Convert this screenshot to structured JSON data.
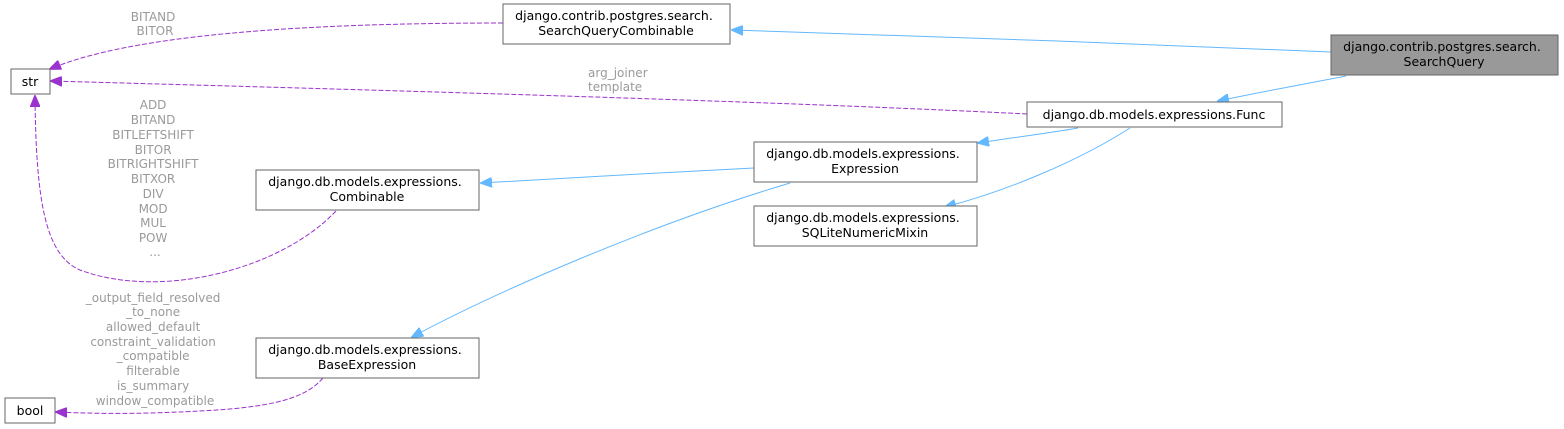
{
  "colors": {
    "inheritance_edge": "#63b8ff",
    "usage_edge": "#9a32cd",
    "focus_node_fill": "#999999",
    "node_border": "#666666",
    "edge_label_text": "#9a9a9a"
  },
  "nodes": {
    "search_query": [
      "django.contrib.postgres.search.",
      "SearchQuery"
    ],
    "search_query_combinable": [
      "django.contrib.postgres.search.",
      "SearchQueryCombinable"
    ],
    "func": [
      "django.db.models.expressions.Func"
    ],
    "expression": [
      "django.db.models.expressions.",
      "Expression"
    ],
    "sqlite_numeric_mixin": [
      "django.db.models.expressions.",
      "SQLiteNumericMixin"
    ],
    "combinable": [
      "django.db.models.expressions.",
      "Combinable"
    ],
    "base_expression": [
      "django.db.models.expressions.",
      "BaseExpression"
    ],
    "str": [
      "str"
    ],
    "bool": [
      "bool"
    ]
  },
  "edge_labels": {
    "sqc_to_str": [
      "BITAND",
      "BITOR"
    ],
    "func_to_str": [
      "arg_joiner",
      "template"
    ],
    "combinable_to_str": [
      "ADD",
      "BITAND",
      "BITLEFTSHIFT",
      "BITOR",
      "BITRIGHTSHIFT",
      "BITXOR",
      "DIV",
      "MOD",
      "MUL",
      "POW",
      "..."
    ],
    "base_expression_to_bool": [
      "_output_field_resolved",
      "_to_none",
      "allowed_default",
      "constraint_validation",
      "_compatible",
      "filterable",
      "is_summary",
      "window_compatible"
    ]
  }
}
